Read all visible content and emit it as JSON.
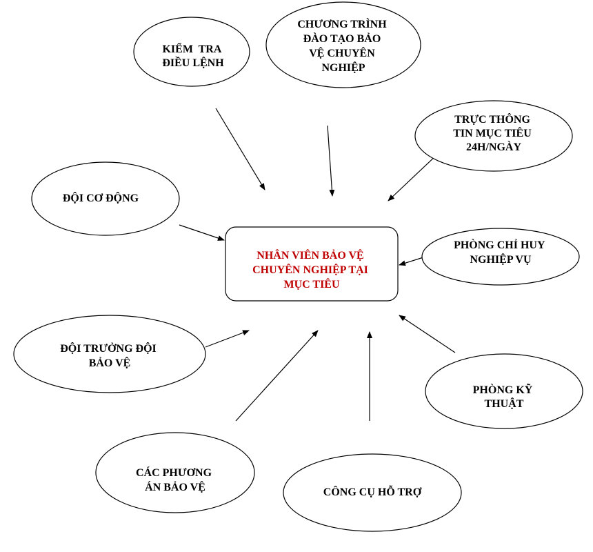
{
  "colors": {
    "center_text": "#c00000",
    "text": "#000000",
    "stroke": "#000000",
    "background": "#ffffff"
  },
  "center": {
    "lines": [
      "NHÂN VIÊN BẢO VỆ",
      "CHUYÊN NGHIỆP TẠI",
      "MỤC TIÊU"
    ]
  },
  "nodes": {
    "kiem_tra": {
      "lines": [
        "KIỂM  TRA",
        "ĐIỀU LỆNH"
      ]
    },
    "chuong_trinh": {
      "lines": [
        "CHƯƠNG TRÌNH",
        "ĐÀO TẠO BẢO",
        "VỆ CHUYÊN",
        "NGHIỆP"
      ]
    },
    "truc_thong_tin": {
      "lines": [
        "TRỰC THÔNG",
        "TIN MỤC TIÊU",
        "24H/NGÀY"
      ]
    },
    "doi_co_dong": {
      "lines": [
        "ĐỘI CƠ ĐỘNG"
      ]
    },
    "phong_chi_huy": {
      "lines": [
        "PHÒNG CHỈ HUY",
        "NGHIỆP VỤ"
      ]
    },
    "doi_truong": {
      "lines": [
        "ĐỘI TRƯỞNG ĐỘI",
        "BẢO VỆ"
      ]
    },
    "phong_ky_thuat": {
      "lines": [
        "PHÒNG KỸ",
        "THUẬT"
      ]
    },
    "cac_phuong_an": {
      "lines": [
        "CÁC PHƯƠNG",
        "ÁN BẢO VỆ"
      ]
    },
    "cong_cu": {
      "lines": [
        "CÔNG CỤ HỖ TRỢ"
      ]
    }
  }
}
